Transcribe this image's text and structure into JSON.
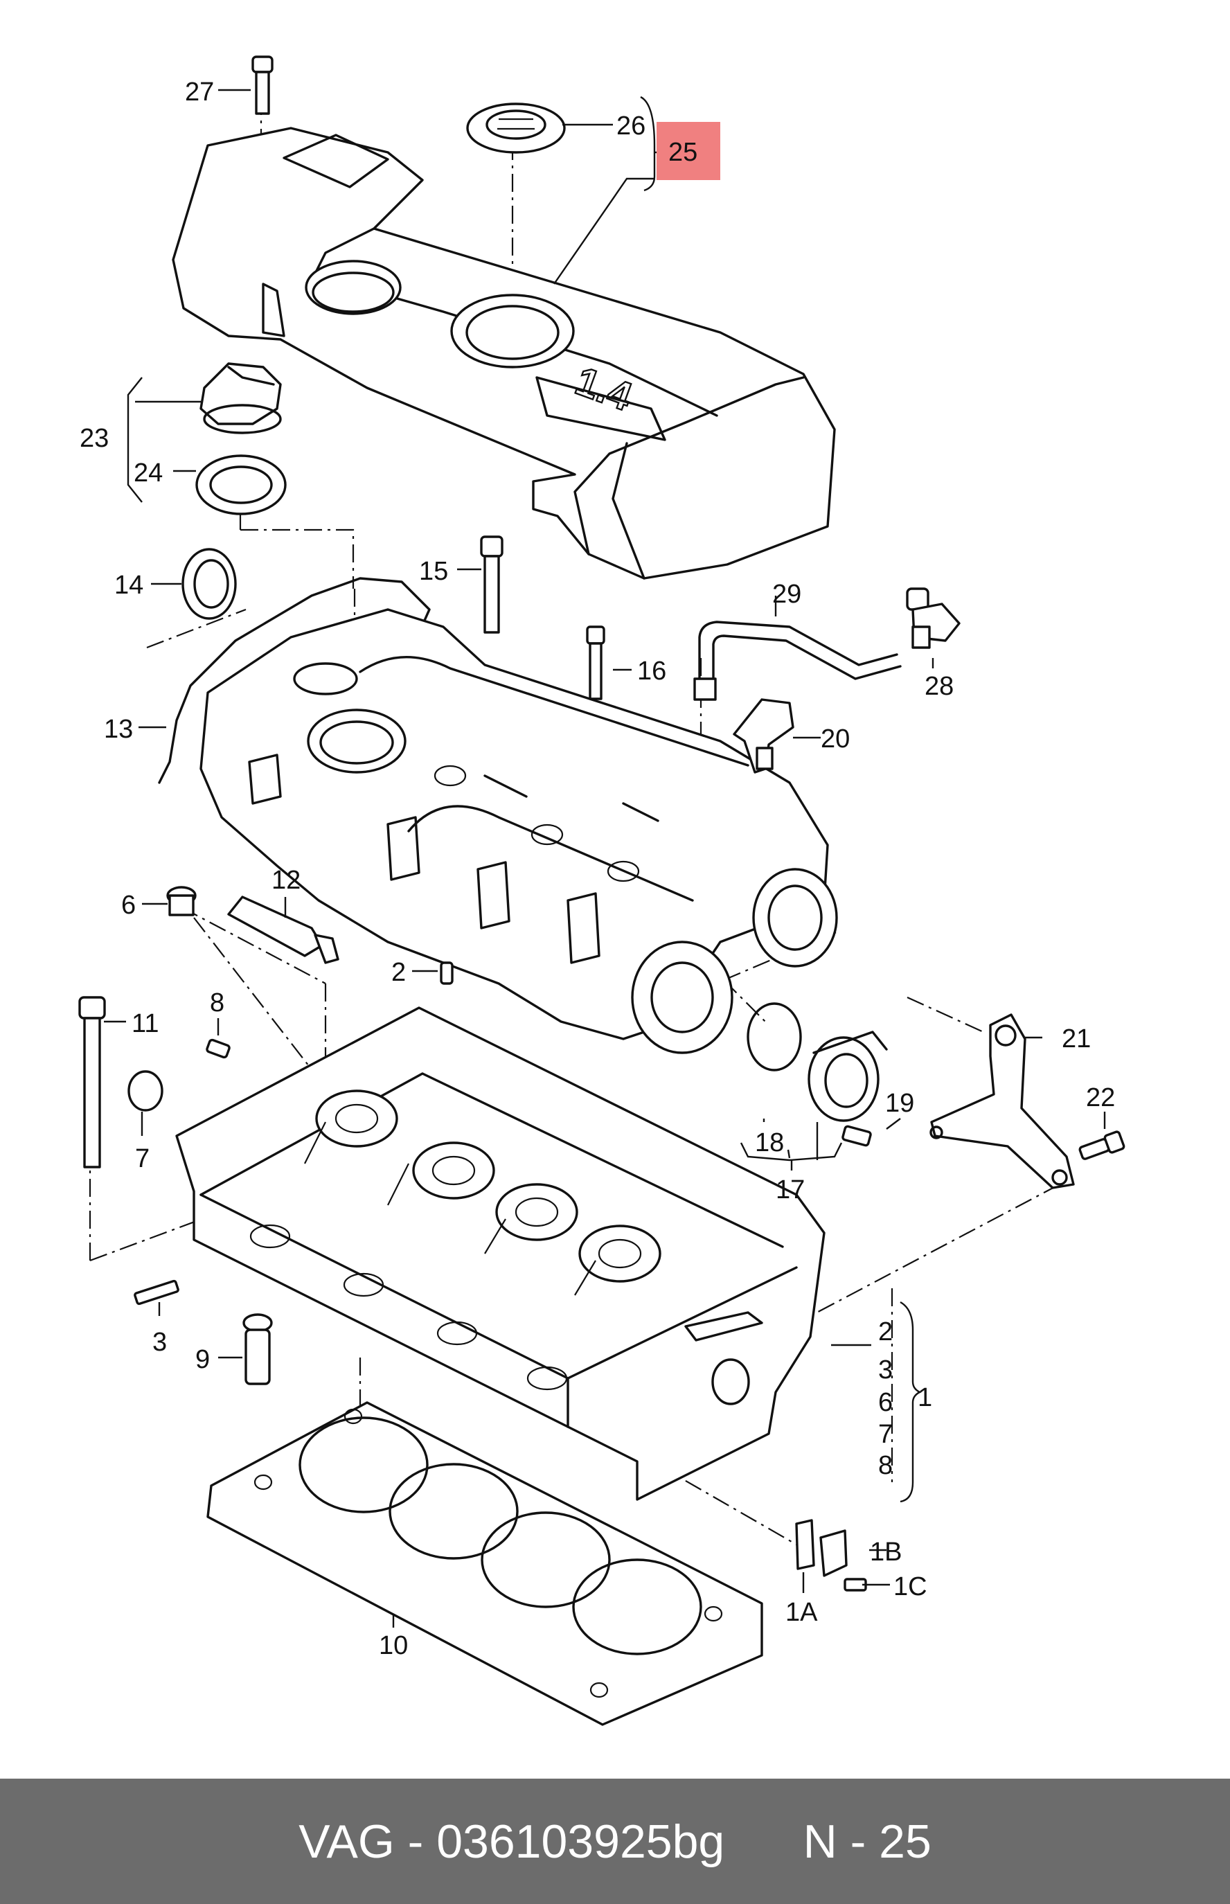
{
  "callouts": {
    "c27": "27",
    "c26": "26",
    "c25": "25",
    "c23": "23",
    "c24": "24",
    "c14": "14",
    "c15": "15",
    "c29": "29",
    "c16": "16",
    "c28": "28",
    "c13": "13",
    "c20": "20",
    "c12": "12",
    "c6": "6",
    "c2": "2",
    "c11": "11",
    "c8": "8",
    "c21": "21",
    "c22": "22",
    "c7": "7",
    "c19": "19",
    "c18": "18",
    "c17": "17",
    "c3": "3",
    "c9": "9",
    "g1_2": "2",
    "g1_3": "3",
    "g1_6": "6",
    "g1_7": "7",
    "g1_8": "8",
    "g1_1": "1",
    "c1B": "1B",
    "c1C": "1C",
    "c1A": "1A",
    "c10": "10",
    "cover_badge": "1.4"
  },
  "highlight": {
    "target": "25",
    "color": "#f08080"
  },
  "footer": {
    "brand": "VAG",
    "separator": "-",
    "part_number": "036103925bg",
    "position_label": "N",
    "position": "25",
    "background": "#6c6c6c"
  }
}
